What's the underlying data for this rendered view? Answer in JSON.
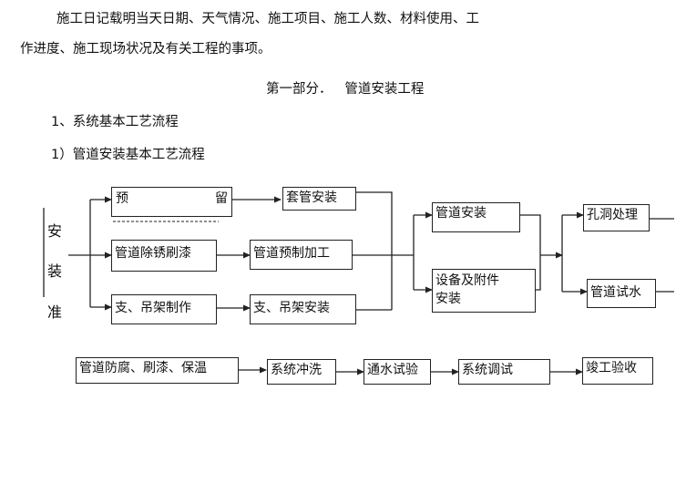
{
  "intro": {
    "line1": "施工日记载明当天日期、天气情况、施工项目、施工人数、材料使用、工",
    "line2": "作进度、施工现场状况及有关工程的事项。"
  },
  "section_title": "第一部分．   管道安装工程",
  "heading1": "1、系统基本工艺流程",
  "heading2": "1）管道安装基本工艺流程",
  "flow": {
    "start_chars": [
      "安",
      "装",
      "准"
    ],
    "yuliu_left": "预",
    "yuliu_right": "留",
    "derust": "管道除锈刷漆",
    "support_make": "支、吊架制作",
    "sleeve_install": "套管安装",
    "pipe_prefab": "管道预制加工",
    "support_install": "支、吊架安装",
    "pipe_install": "管道安装",
    "equipment_line1": "设备及附件",
    "equipment_line2": "安装",
    "hole_treat": "孔洞处理",
    "pipe_test": "管道试水",
    "anticorrosion": "管道防腐、刷漆、保温",
    "flush": "系统冲洗",
    "water_test": "通水试验",
    "debug": "系统调试",
    "acceptance": "竣工验收"
  }
}
